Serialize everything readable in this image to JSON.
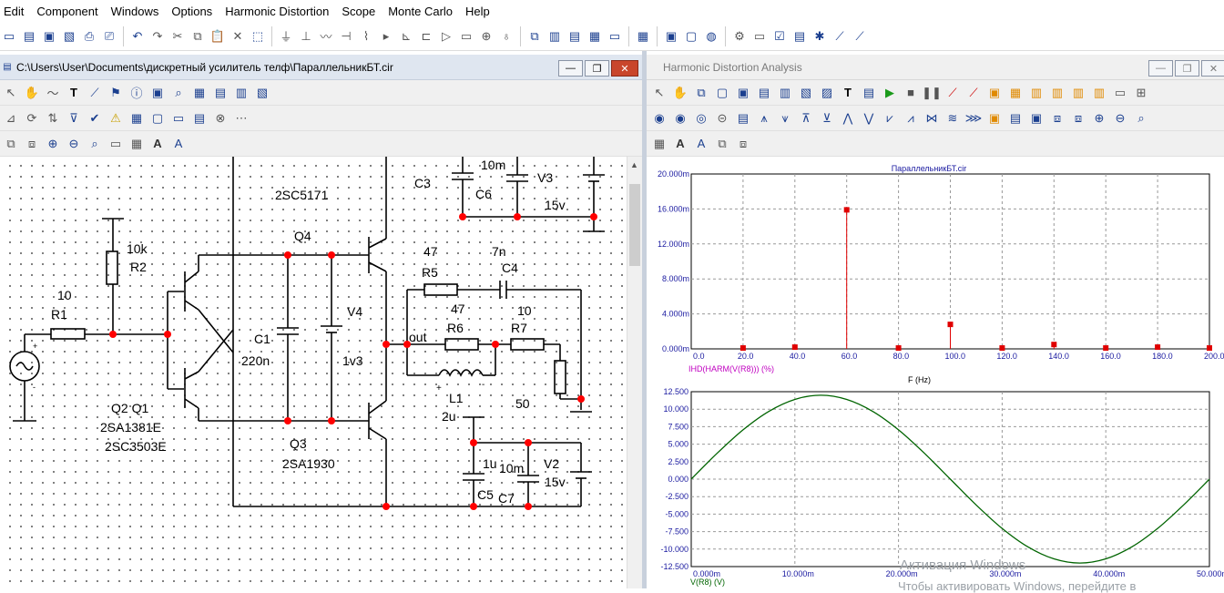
{
  "menu": [
    "Edit",
    "Component",
    "Windows",
    "Options",
    "Harmonic Distortion",
    "Scope",
    "Monte Carlo",
    "Help"
  ],
  "schematic": {
    "title": "C:\\Users\\User\\Documents\\дискретный усилитель телф\\ПараллельникБТ.cir",
    "labels": {
      "r1_val": "10",
      "r1": "R1",
      "r2_val": "10k",
      "r2": "R2",
      "q2q1": "Q2 Q1",
      "q1_part": "2SA1381E",
      "q2_part": "2SC3503E",
      "q4_part": "2SC5171",
      "q4": "Q4",
      "q3": "Q3",
      "q3_part": "2SA1930",
      "c1": "C1",
      "c1_val": "220n",
      "v4": "V4",
      "v4_val": "1v3",
      "c3": "C3",
      "c6_val": "10m",
      "c6": "C6",
      "v3": "V3",
      "v3_val": "15v",
      "r5_val": "47",
      "r5": "R5",
      "c4_val": "7n",
      "c4": "C4",
      "r6_val": "47",
      "r6": "R6",
      "r7_val": "10",
      "r7": "R7",
      "out": "out",
      "l1": "L1",
      "l1_val": "2u",
      "r7b_val": "50",
      "c5_val": "1u",
      "c7_val": "10m",
      "v2": "V2",
      "v2_val": "15v",
      "c5": "C5",
      "c7": "C7"
    }
  },
  "analysis": {
    "title": "Harmonic Distortion Analysis",
    "plot_title": "ПараллельникБТ.cir",
    "top_y_ticks": [
      "20.000m",
      "16.000m",
      "12.000m",
      "8.000m",
      "4.000m",
      "0.000m"
    ],
    "top_x_ticks": [
      "0.0",
      "20.0",
      "40.0",
      "60.0",
      "80.0",
      "100.0",
      "120.0",
      "140.0",
      "160.0",
      "180.0",
      "200.0"
    ],
    "top_ylabel": "IHD(HARM(V(R8))) (%)",
    "top_xlabel": "F (Hz)",
    "bottom_y_ticks": [
      "12.500",
      "10.000",
      "7.500",
      "5.000",
      "2.500",
      "0.000",
      "-2.500",
      "-5.000",
      "-7.500",
      "-10.000",
      "-12.500"
    ],
    "bottom_x_ticks": [
      "0.000m",
      "10.000m",
      "20.000m",
      "30.000m",
      "40.000m",
      "50.000m"
    ],
    "bottom_ylabel": "V(R8) (V)"
  },
  "watermark": {
    "line1": "Активация Windows",
    "line2": "Чтобы активировать Windows, перейдите в"
  },
  "chart_data": [
    {
      "type": "bar",
      "title": "ПараллельникБТ.cir",
      "xlabel": "F (Hz)",
      "ylabel": "IHD(HARM(V(R8))) (%)",
      "xlim": [
        0,
        200
      ],
      "ylim": [
        0,
        0.02
      ],
      "x": [
        20,
        40,
        60,
        80,
        100,
        120,
        140,
        160,
        180,
        200
      ],
      "values": [
        0.0001,
        0.0002,
        0.0159,
        0.0001,
        0.0028,
        0.0001,
        0.0005,
        0.0001,
        0.0002,
        0.0001
      ],
      "color": "#e00000",
      "grid": true
    },
    {
      "type": "line",
      "xlabel": "",
      "ylabel": "V(R8) (V)",
      "xlim": [
        0,
        0.05
      ],
      "ylim": [
        -12.5,
        12.5
      ],
      "series": [
        {
          "name": "V(R8) (V)",
          "x": [
            0,
            0.0025,
            0.005,
            0.0075,
            0.01,
            0.0125,
            0.015,
            0.0175,
            0.02,
            0.0225,
            0.025,
            0.0275,
            0.03,
            0.0325,
            0.035,
            0.0375,
            0.04,
            0.0425,
            0.045,
            0.0475,
            0.05
          ],
          "values": [
            0,
            3.7,
            7.05,
            9.7,
            11.4,
            12.0,
            11.4,
            9.7,
            7.05,
            3.7,
            0,
            -3.7,
            -7.05,
            -9.7,
            -11.4,
            -12.0,
            -11.4,
            -9.7,
            -7.05,
            -3.7,
            0
          ]
        }
      ],
      "color": "#006400",
      "grid": true
    }
  ]
}
